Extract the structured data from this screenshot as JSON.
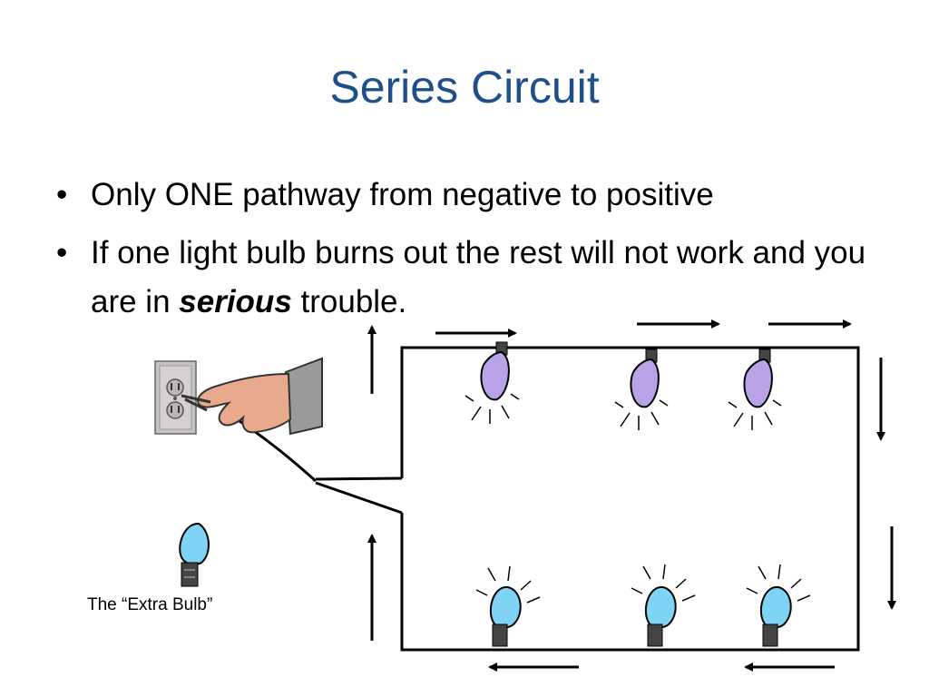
{
  "slide": {
    "title": "Series Circuit",
    "bullets": [
      {
        "text": "Only ONE pathway from negative to positive"
      },
      {
        "text_before": "If one light bulb burns out the rest will not work and you are in ",
        "emphasis": "serious",
        "text_after": " trouble."
      }
    ],
    "bullet_glyph": "•",
    "extra_bulb_caption": "The “Extra Bulb”"
  },
  "diagram": {
    "icons": [
      "outlet-icon",
      "hand-icon",
      "bulb-icon",
      "arrow-icon"
    ],
    "colors": {
      "wire": "#000000",
      "bulb_on": "#7fd3f5",
      "bulb_off": "#b9a3e6",
      "outlet": "#c9c3c3",
      "skin": "#e8a98c",
      "sleeve": "#9a9a9a"
    }
  }
}
